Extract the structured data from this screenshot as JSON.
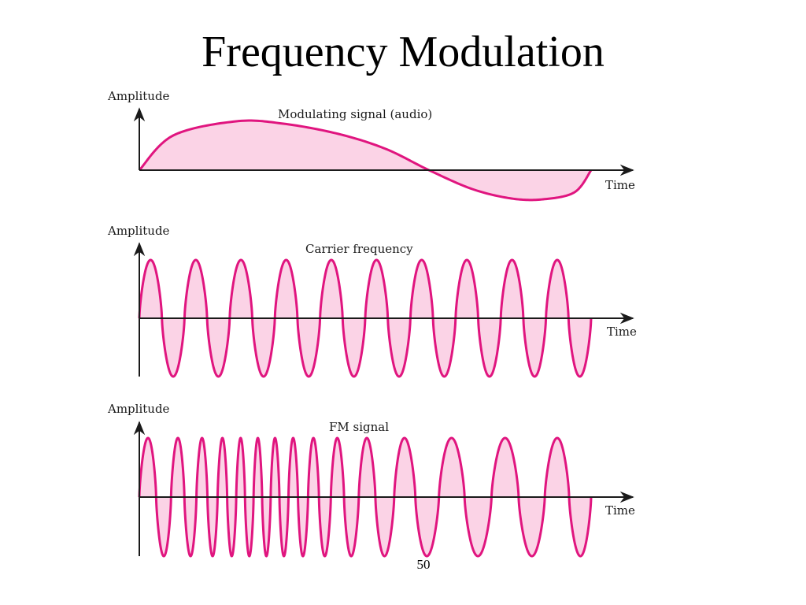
{
  "slide": {
    "title": "Frequency Modulation",
    "page_number": "50"
  },
  "colors": {
    "wave_stroke": "#e0157f",
    "wave_fill": "#fbd3e6",
    "axis": "#1a1a1a"
  },
  "panels": [
    {
      "id": "modulating",
      "title": "Modulating signal (audio)",
      "y_axis_label": "Amplitude",
      "x_axis_label": "Time",
      "waveform": "modulating-sine",
      "cycles": 1
    },
    {
      "id": "carrier",
      "title": "Carrier frequency",
      "y_axis_label": "Amplitude",
      "x_axis_label": "Time",
      "waveform": "constant-frequency-sine",
      "cycles": 10
    },
    {
      "id": "fm",
      "title": "FM signal",
      "y_axis_label": "Amplitude",
      "x_axis_label": "Time",
      "waveform": "frequency-modulated-sine",
      "cycles": 15
    }
  ]
}
